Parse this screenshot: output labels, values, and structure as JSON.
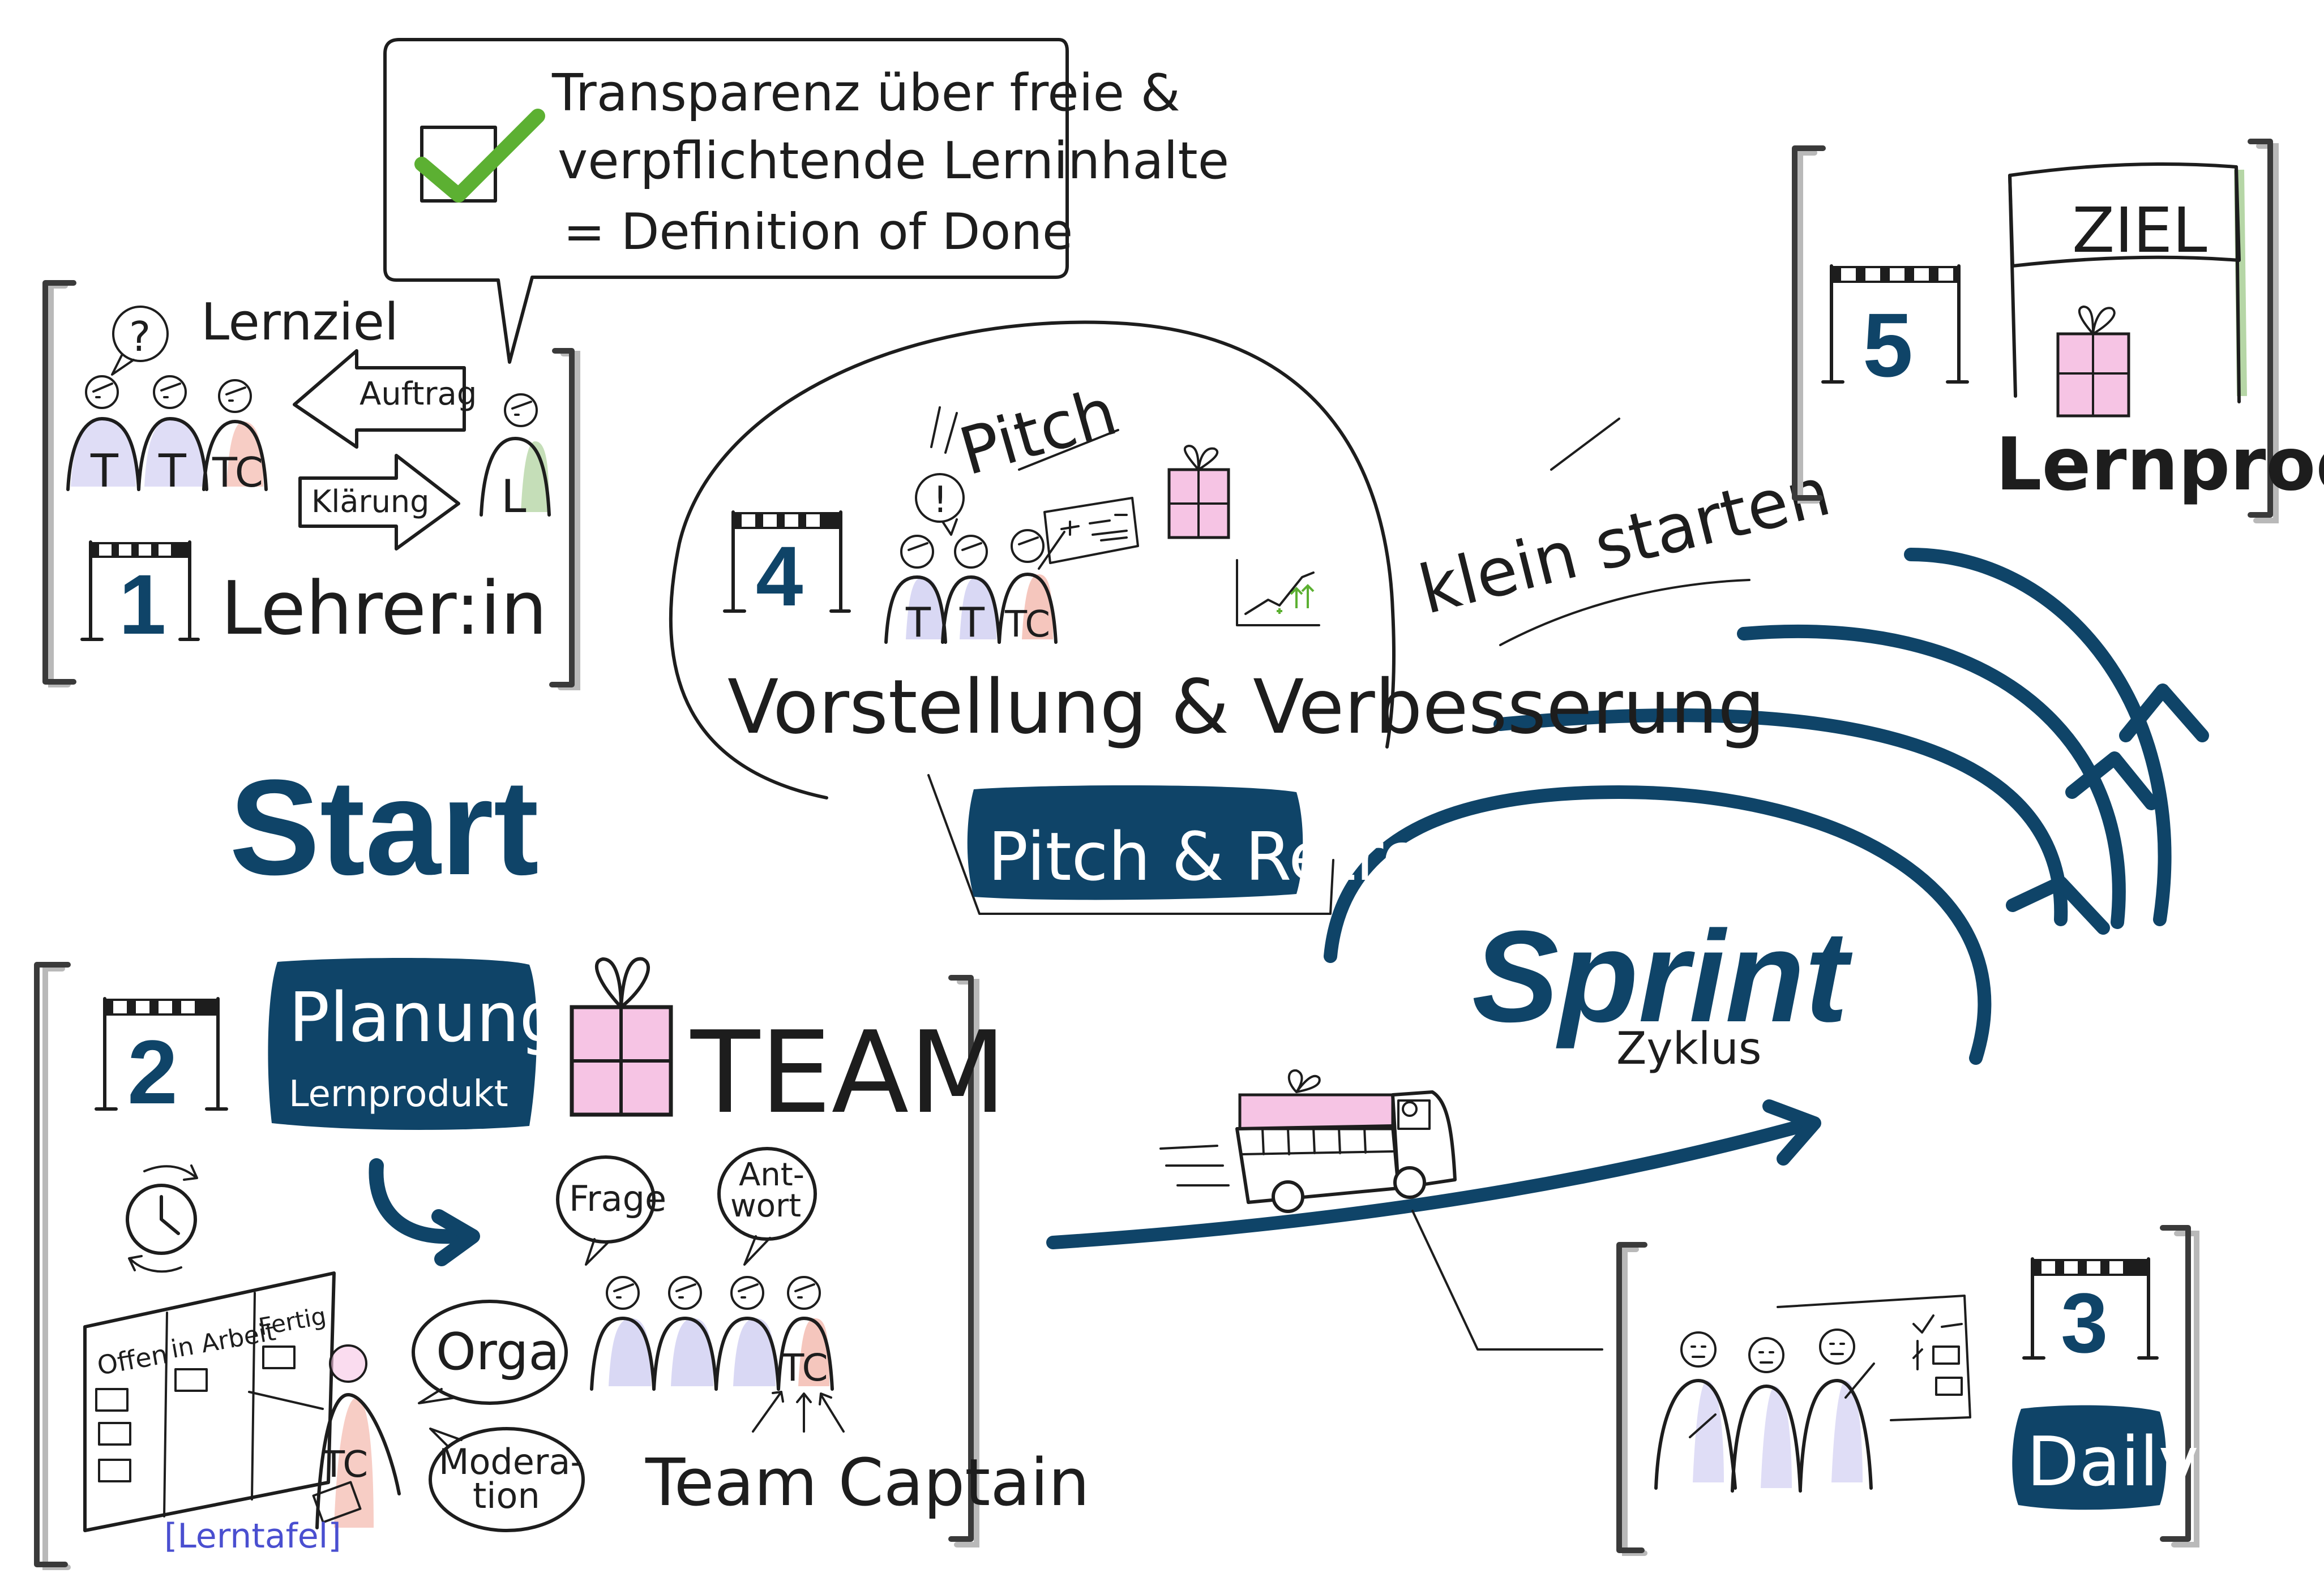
{
  "colors": {
    "navy": "#0f4468",
    "ink": "#1d1d1d",
    "pink": "#f6c4e4",
    "green_check": "#5cb032",
    "lavender": "#c9c7f0",
    "salmon": "#f3b8ad",
    "sage": "#b6d6a6",
    "lerntafel_blue": "#4a4fd0"
  },
  "start": {
    "label": "Start"
  },
  "speech_bubble": {
    "line1": "Transparenz über freie &",
    "line2": "verpflichtende Lerninhalte",
    "line3": "= Definition of Done",
    "icon": "check-icon"
  },
  "step1": {
    "number": "1",
    "title": "Lehrer:in",
    "lernziel": "Lernziel",
    "auftrag": "Auftrag",
    "klaerung": "Klärung",
    "question_mark": "?",
    "people": [
      "T",
      "T",
      "TC"
    ],
    "teacher": "L"
  },
  "step2": {
    "number": "2",
    "badge_title": "Planung",
    "badge_sub": "Lernprodukt",
    "team": "TEAM",
    "bubble_frage": "Frage",
    "bubble_antwort_1": "Ant-",
    "bubble_antwort_2": "wort",
    "bubble_orga": "Orga",
    "bubble_moderation_1": "Modera-",
    "bubble_moderation_2": "tion",
    "team_captain": "Team Captain",
    "tc": "TC",
    "board_columns": [
      "Offen",
      "in Arbeit",
      "Fertig"
    ],
    "lerntafel": "[Lerntafel]"
  },
  "step3": {
    "number": "3",
    "badge": "Daily"
  },
  "step4": {
    "number": "4",
    "pitch": "Pitch",
    "exclamation": "!",
    "people": [
      "T",
      "T",
      "TC"
    ],
    "title": "Vorstellung & Verbesserung",
    "badge": "Pitch & Retro"
  },
  "step5": {
    "number": "5",
    "ziel": "ZIEL",
    "product": "Lernprodukt"
  },
  "sprint": {
    "title": "Sprint",
    "subtitle": "Zyklus",
    "klein_starten": "klein starten"
  }
}
